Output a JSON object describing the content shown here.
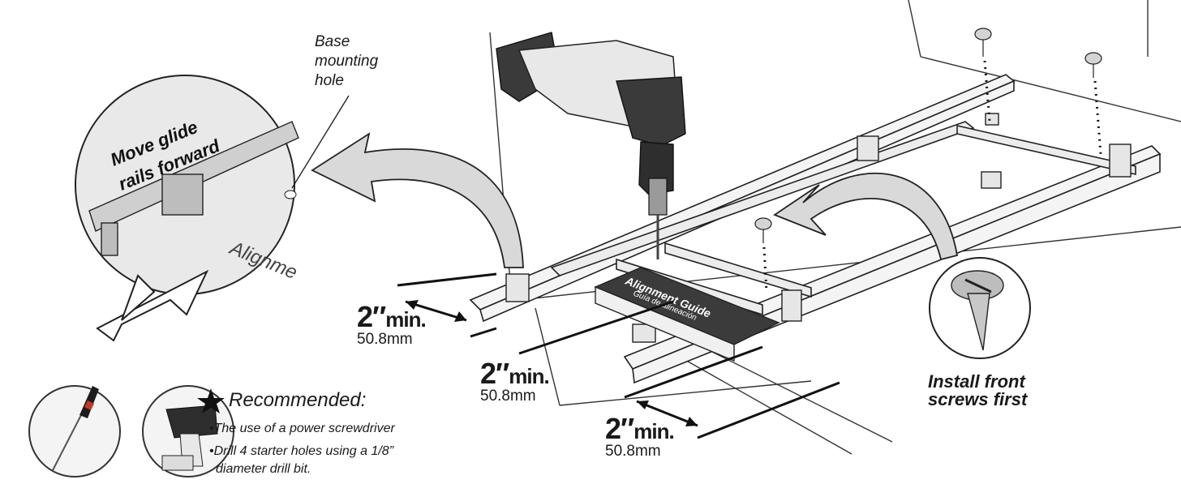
{
  "labels": {
    "base_hole": [
      "Base",
      "mounting",
      "hole"
    ],
    "move_glide": [
      "Move glide",
      "rails forward"
    ],
    "alignment_small": "Alignme",
    "alignment_guide": "Alignment Guide",
    "alignment_guide_sub": "Guía de alineación",
    "install_front": [
      "Install front",
      "screws first"
    ]
  },
  "dimensions": [
    {
      "value": "2″",
      "unit": "min.",
      "mm": "50.8mm"
    },
    {
      "value": "2″",
      "unit": "min.",
      "mm": "50.8mm"
    },
    {
      "value": "2″",
      "unit": "min.",
      "mm": "50.8mm"
    }
  ],
  "recommended": {
    "title": "Recommended:",
    "items": [
      "•The use of a power screwdriver",
      "•Drill 4 starter holes using a 1/8”",
      "diameter drill bit."
    ]
  },
  "icons": [
    "screwdriver-icon",
    "power-drill-icon",
    "star-icon",
    "screw-icon"
  ],
  "colors": {
    "line": "#1a1a1a",
    "arrow_fill": "#d9d9d9",
    "metal": "#c8c8c8",
    "drill_body": "#e8e8e8",
    "drill_dark": "#3a3a3a"
  }
}
